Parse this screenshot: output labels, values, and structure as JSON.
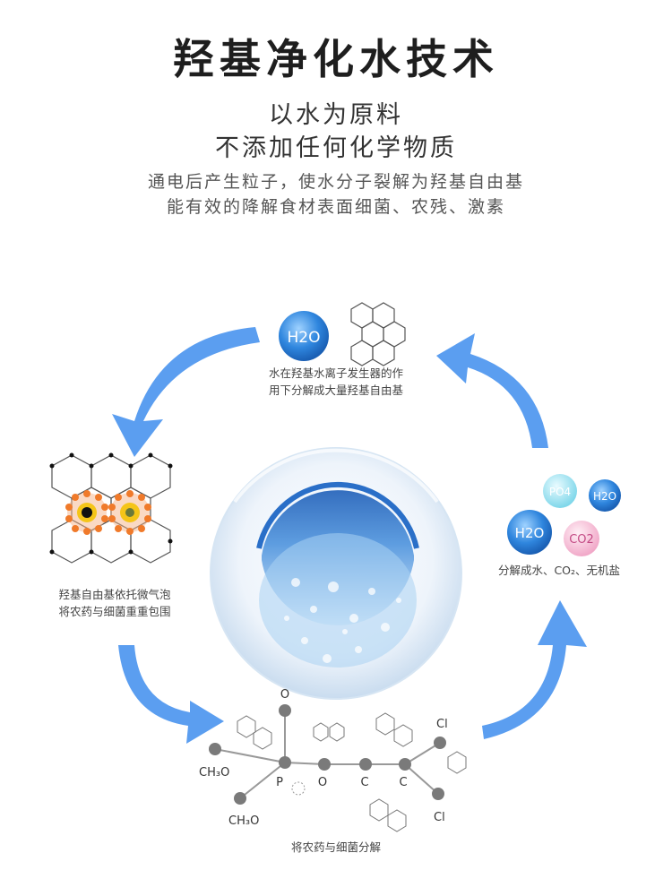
{
  "header": {
    "title": "羟基净化水技术",
    "subtitle_1": "以水为原料",
    "subtitle_2": "不添加任何化学物质",
    "desc_1": "通电后产生粒子，使水分子裂解为羟基自由基",
    "desc_2": "能有效的降解食材表面细菌、农残、激素"
  },
  "steps": {
    "top": {
      "line_1": "水在羟基水离子发生器的作",
      "line_2": "用下分解成大量羟基自由基"
    },
    "left": {
      "line_1": "羟基自由基依托微气泡",
      "line_2": "将农药与细菌重重包围"
    },
    "bottom": {
      "line_1": "将农药与细菌分解"
    },
    "right": {
      "line_1": "分解成水、CO₂、无机盐"
    }
  },
  "molecules": {
    "h2o_big": "H2O",
    "h2o_right": "H2O",
    "h2o_right_small": "H2O",
    "po4": "PO4",
    "co2": "CO2"
  },
  "chem_labels": {
    "o_top": "O",
    "ch3o_1": "CH₃O",
    "ch3o_2": "CH₃O",
    "p": "P",
    "o_mid": "O",
    "c_1": "C",
    "c_2": "C",
    "cl_1": "Cl",
    "cl_2": "Cl"
  },
  "colors": {
    "arrow": "#5b9ef0",
    "bubble_blue": "#2e7fd9",
    "orange": "#f07a2a",
    "node_gray": "#8a8a8a"
  }
}
